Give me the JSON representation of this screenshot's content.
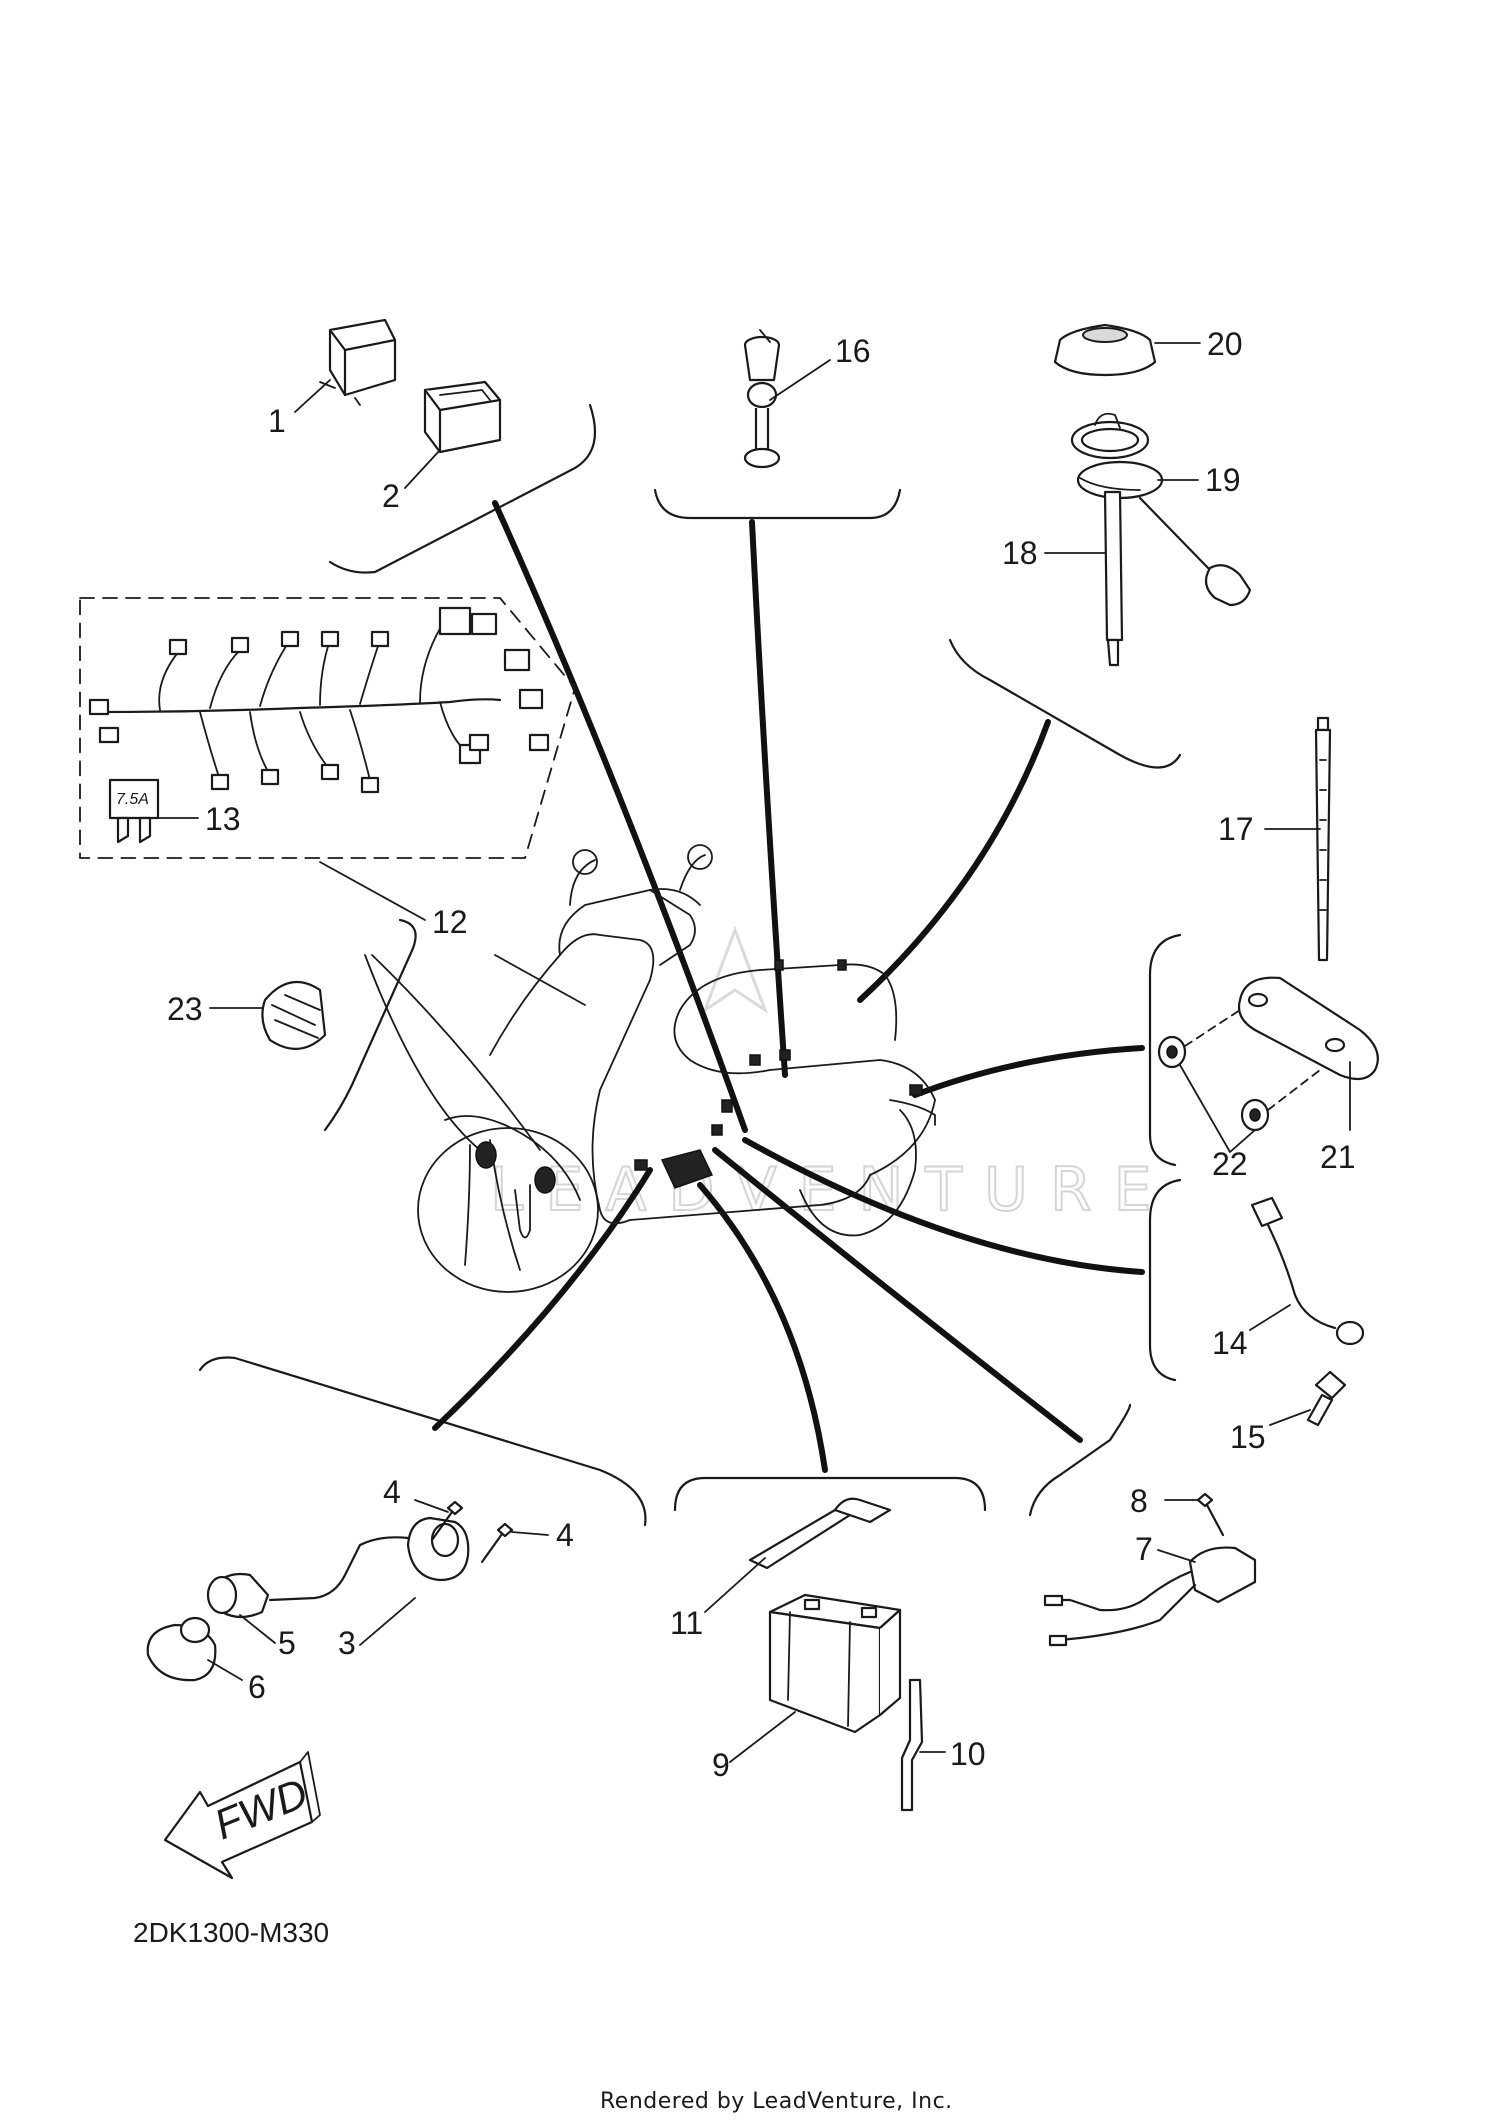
{
  "diagram": {
    "code": "2DK1300-M330",
    "footer": "Rendered by LeadVenture, Inc.",
    "watermark": "LEADVENTURE",
    "direction_arrow": "FWD",
    "fuse_rating": "7.5A",
    "callouts": [
      "1",
      "2",
      "3",
      "4",
      "4",
      "5",
      "6",
      "7",
      "8",
      "9",
      "10",
      "11",
      "12",
      "13",
      "14",
      "15",
      "16",
      "17",
      "18",
      "19",
      "20",
      "21",
      "22",
      "23"
    ]
  }
}
